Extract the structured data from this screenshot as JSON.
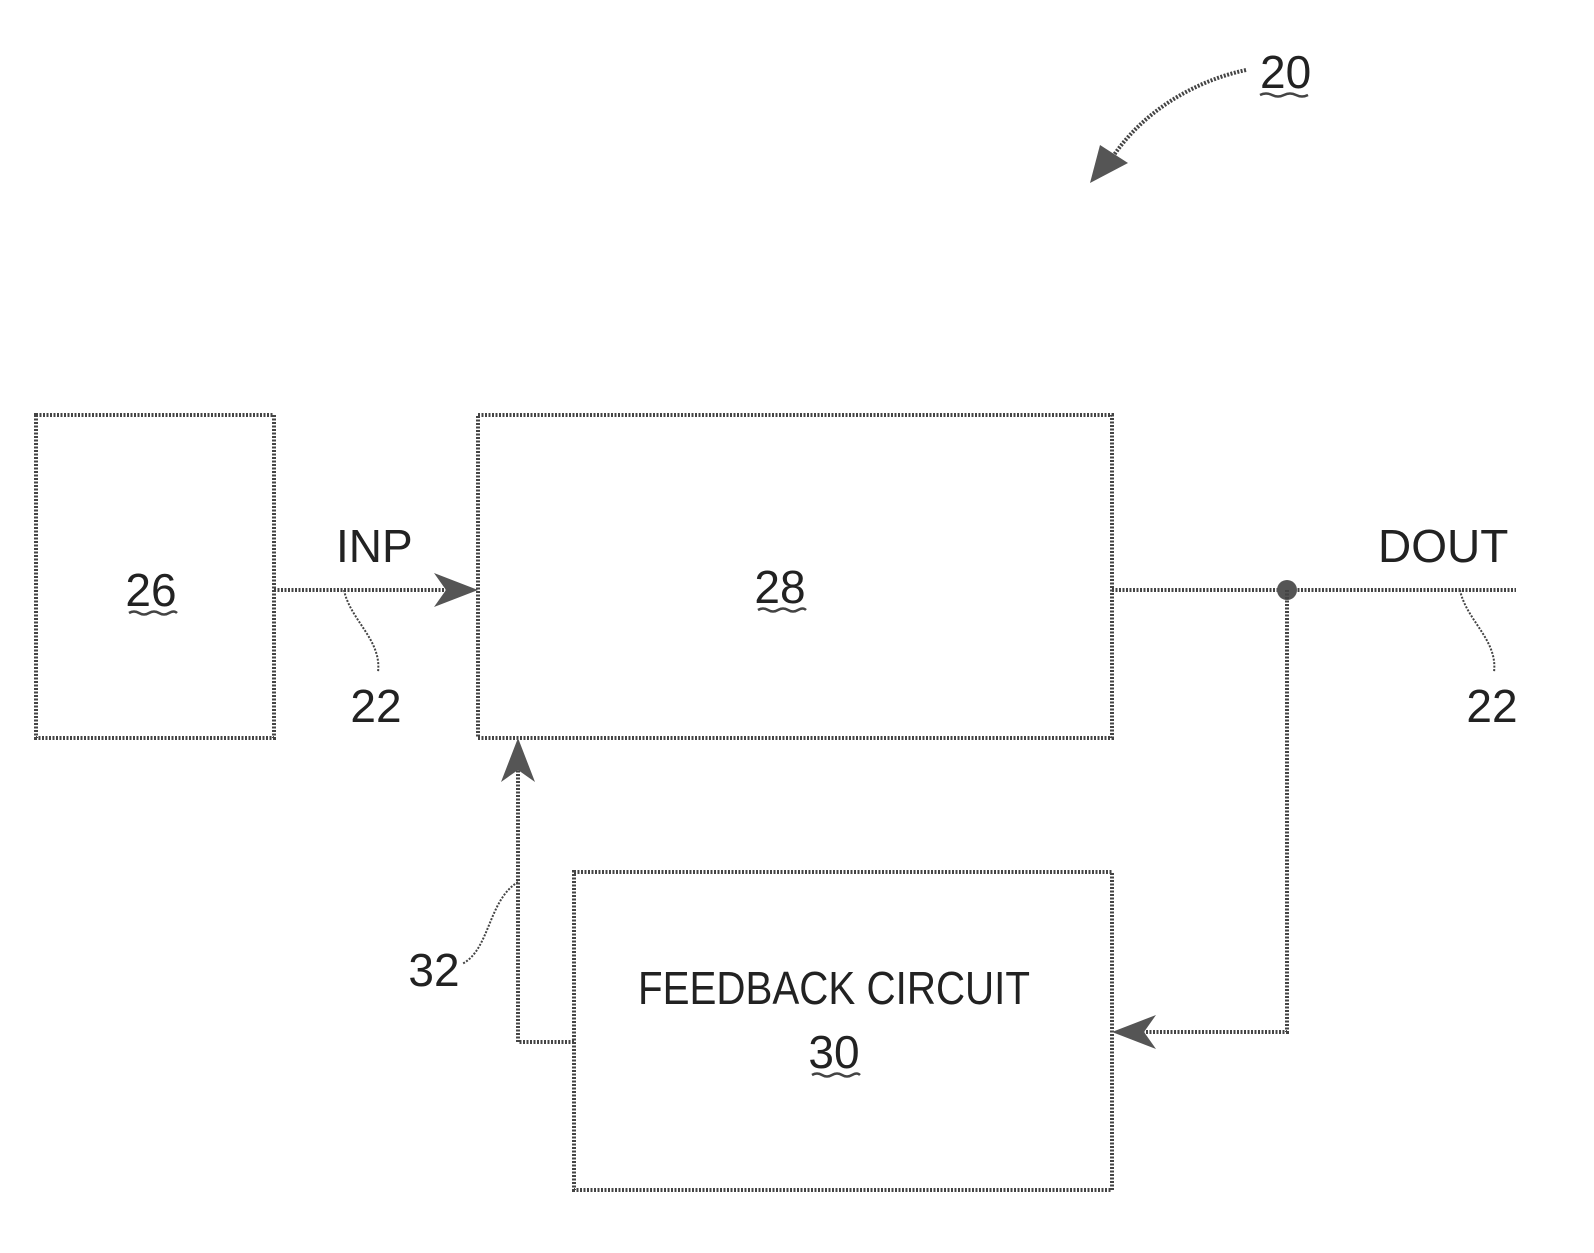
{
  "figure": {
    "figure_ref": "20"
  },
  "blocks": {
    "block_26": {
      "ref": "26"
    },
    "block_28": {
      "ref": "28"
    },
    "feedback": {
      "label": "FEEDBACK CIRCUIT",
      "ref": "30"
    }
  },
  "signals": {
    "input_label": "INP",
    "output_label": "DOUT",
    "input_line_ref": "22",
    "output_line_ref": "22",
    "feedback_line_ref": "32"
  },
  "colors": {
    "line": "#444444",
    "text": "#222222",
    "background": "#ffffff"
  }
}
